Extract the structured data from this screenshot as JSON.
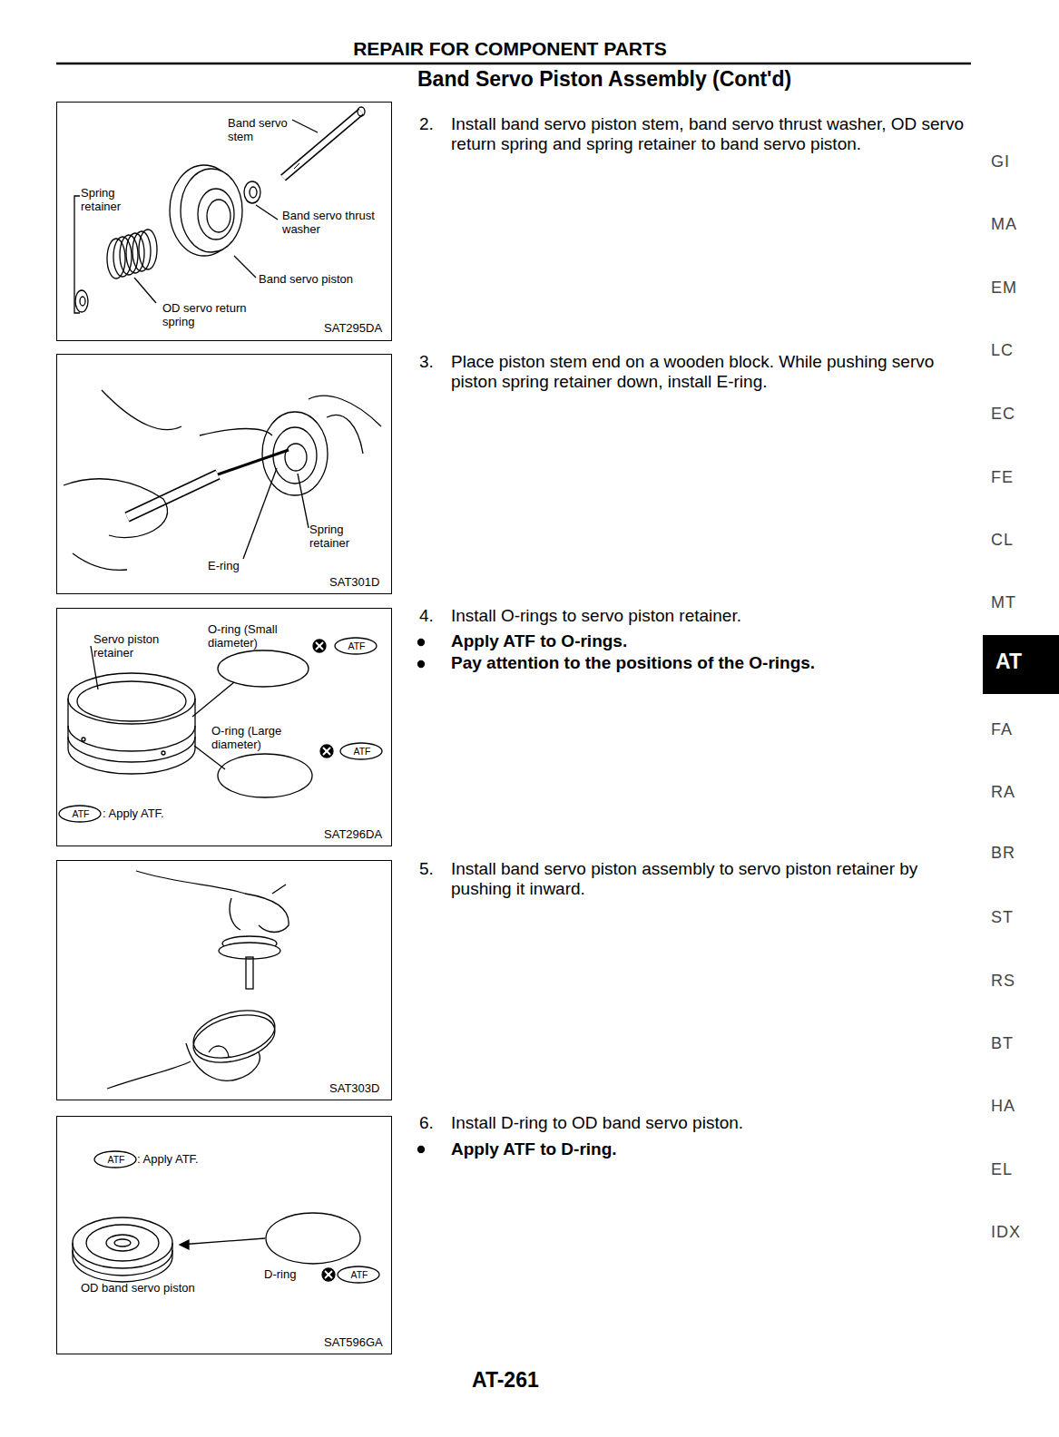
{
  "diagram": {
    "title": "REPAIR FOR COMPONENT PARTS",
    "nodes": [
      {
        "text": [
          "Band servo stem",
          "Spring retainer",
          "Band servo thrust washer",
          "Band servo piston",
          "OD servo return spring",
          "SAT295DA"
        ]
      },
      {
        "text": [
          "Spring retainer",
          "E-ring",
          "SAT301D"
        ]
      },
      {
        "text": [
          "Servo piston retainer",
          "O-ring (Small diameter)",
          "ATF",
          "O-ring (Large diameter)",
          "ATF",
          "ATF",
          ": Apply ATF.",
          "SAT296DA"
        ]
      },
      {
        "text": [
          "SAT303D"
        ]
      },
      {
        "text": [
          "ATF",
          ": Apply ATF.",
          "D-ring",
          "ATF",
          "OD band servo piston",
          "SAT596GA"
        ]
      },
      {
        "text": [
          "AT"
        ]
      }
    ],
    "labels": [
      "Band Servo Piston Assembly (Cont'd)",
      "2.",
      "Install band servo piston stem, band servo thrust washer, OD servo return spring and spring retainer to band servo piston.",
      "3.",
      "Place piston stem end on a wooden block. While pushing servo piston spring retainer down, install E-ring.",
      "4.",
      "Install O-rings to servo piston retainer.",
      "Apply ATF to O-rings.",
      "Pay attention to the positions of the O-rings.",
      "5.",
      "Install band servo piston assembly to servo piston retainer by pushing it inward.",
      "6.",
      "Install D-ring to OD band servo piston.",
      "Apply ATF to D-ring.",
      "AT-261",
      "GI",
      "MA",
      "EM",
      "LC",
      "EC",
      "FE",
      "CL",
      "MT",
      "FA",
      "RA",
      "BR",
      "ST",
      "RS",
      "BT",
      "HA",
      "EL",
      "IDX"
    ]
  }
}
